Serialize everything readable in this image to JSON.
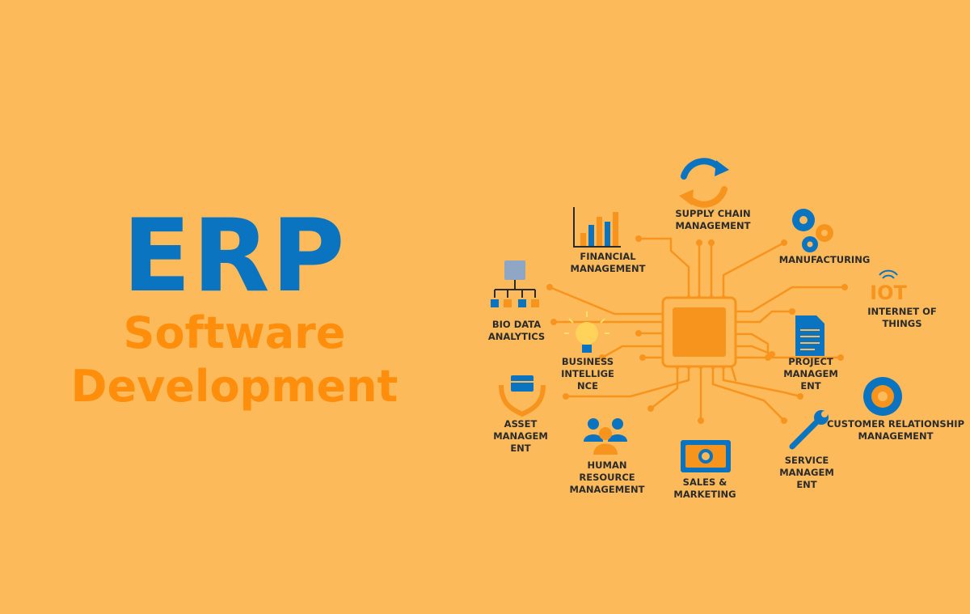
{
  "headline": {
    "title": "ERP",
    "subtitle_line1": "Software",
    "subtitle_line2": "Development"
  },
  "modules": {
    "supply_chain": "SUPPLY CHAIN\nMANAGEMENT",
    "financial": "FINANCIAL\nMANAGEMENT",
    "manufacturing": "MANUFACTURING",
    "bio_data": "BIO DATA\nANALYTICS",
    "iot": "INTERNET OF\nTHINGS",
    "business_intelligence": "BUSINESS\nINTELLIGE\nNCE",
    "project": "PROJECT\nMANAGEM\nENT",
    "asset": "ASSET\nMANAGEM\nENT",
    "crm": "CUSTOMER RELATIONSHIP\nMANAGEMENT",
    "human_resource": "HUMAN\nRESOURCE\nMANAGEMENT",
    "sales": "SALES &\nMARKETING",
    "service": "SERVICE\nMANAGEM\nENT",
    "iot_icon_text": "IOT"
  },
  "colors": {
    "background": "#FDBA5A",
    "blue": "#0A74C0",
    "orange": "#FF8E0C",
    "circuit": "#F7941D"
  }
}
